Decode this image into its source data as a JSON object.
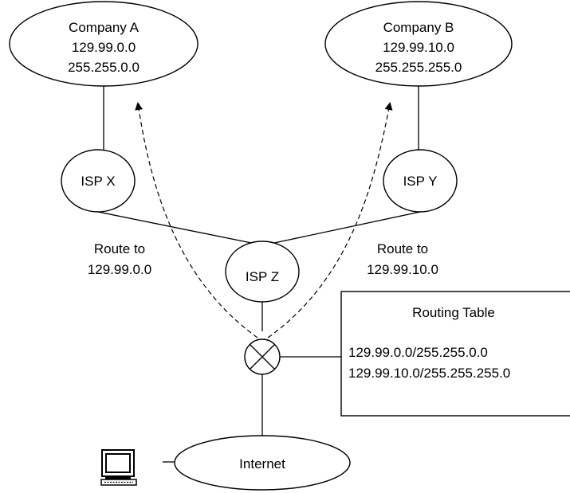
{
  "company_a": {
    "name": "Company A",
    "network": "129.99.0.0",
    "mask": "255.255.0.0"
  },
  "company_b": {
    "name": "Company B",
    "network": "129.99.10.0",
    "mask": "255.255.255.0"
  },
  "isp_x": {
    "label": "ISP X"
  },
  "isp_y": {
    "label": "ISP Y"
  },
  "isp_z": {
    "label": "ISP Z"
  },
  "route_a": {
    "line1": "Route to",
    "line2": "129.99.0.0"
  },
  "route_b": {
    "line1": "Route to",
    "line2": "129.99.10.0"
  },
  "routing_table": {
    "title": "Routing Table",
    "entries": [
      "129.99.0.0/255.255.0.0",
      "129.99.10.0/255.255.255.0"
    ]
  },
  "internet": {
    "label": "Internet"
  },
  "icons": {
    "router": "router-icon",
    "computer": "computer-icon"
  }
}
